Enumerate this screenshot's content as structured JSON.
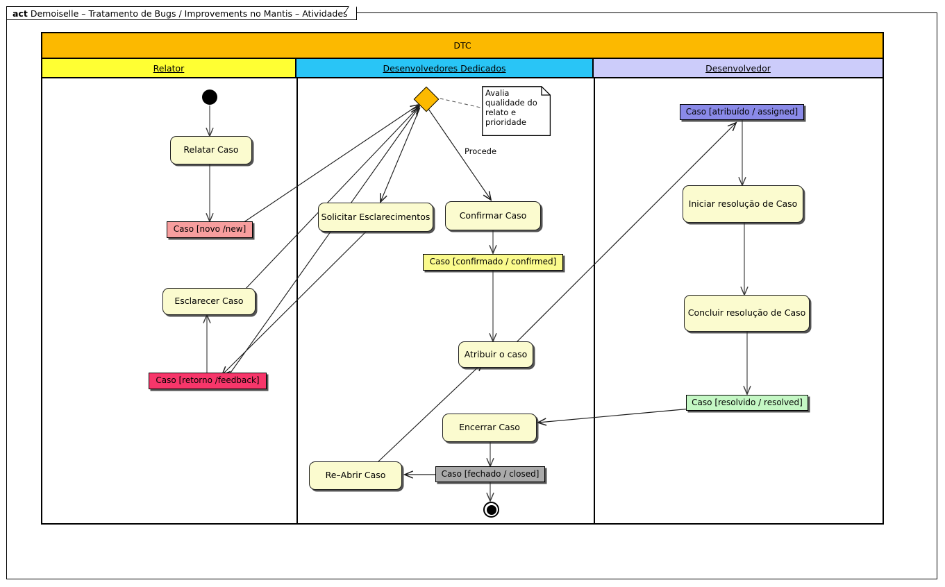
{
  "diagram": {
    "keyword": "act",
    "title": "Demoiselle – Tratamento de Bugs / Improvements no Mantis – Atividades",
    "pool": "DTC",
    "lanes": [
      {
        "name": "Relator",
        "color": "#FFFF33"
      },
      {
        "name": "Desenvolvedores Dedicados",
        "color": "#29C5F6"
      },
      {
        "name": "Desenvolvedor",
        "color": "#CCCCFA"
      }
    ],
    "colors": {
      "pool_header": "#FCB900",
      "action": "#FBFBCF",
      "decision": "#FCB900",
      "state_new": "#F79E9E",
      "state_feedback": "#F7366A",
      "state_confirmed": "#FAFA8C",
      "state_closed": "#AAAAAA",
      "state_assigned": "#8A8AE8",
      "state_resolved": "#C4F7C4"
    },
    "nodes": {
      "start": "initial-node",
      "relatar_caso": "Relatar Caso",
      "caso_novo": "Caso [novo /new]",
      "esclarecer_caso": "Esclarecer Caso",
      "caso_retorno": "Caso [retorno /feedback]",
      "decision": "decision-node",
      "solicitar_esclarecimentos": "Solicitar Esclarecimentos",
      "confirmar_caso": "Confirmar Caso",
      "caso_confirmado": "Caso [confirmado / confirmed]",
      "atribuir_o_caso": "Atribuir o caso",
      "encerrar_caso": "Encerrar Caso",
      "caso_fechado": "Caso [fechado / closed]",
      "re_abrir_caso": "Re–Abrir Caso",
      "end": "final-node",
      "caso_atribuido": "Caso [atribuído / assigned]",
      "iniciar_resolucao": "Iniciar resolução de Caso",
      "concluir_resolucao": "Concluir resolução de Caso",
      "caso_resolvido": "Caso [resolvido / resolved]"
    },
    "note": {
      "text": "Avalia qualidade do relato e prioridade",
      "lines": [
        "Avalia",
        "qualidade do",
        "relato e",
        "prioridade"
      ]
    },
    "edge_labels": {
      "procede": "Procede"
    }
  }
}
